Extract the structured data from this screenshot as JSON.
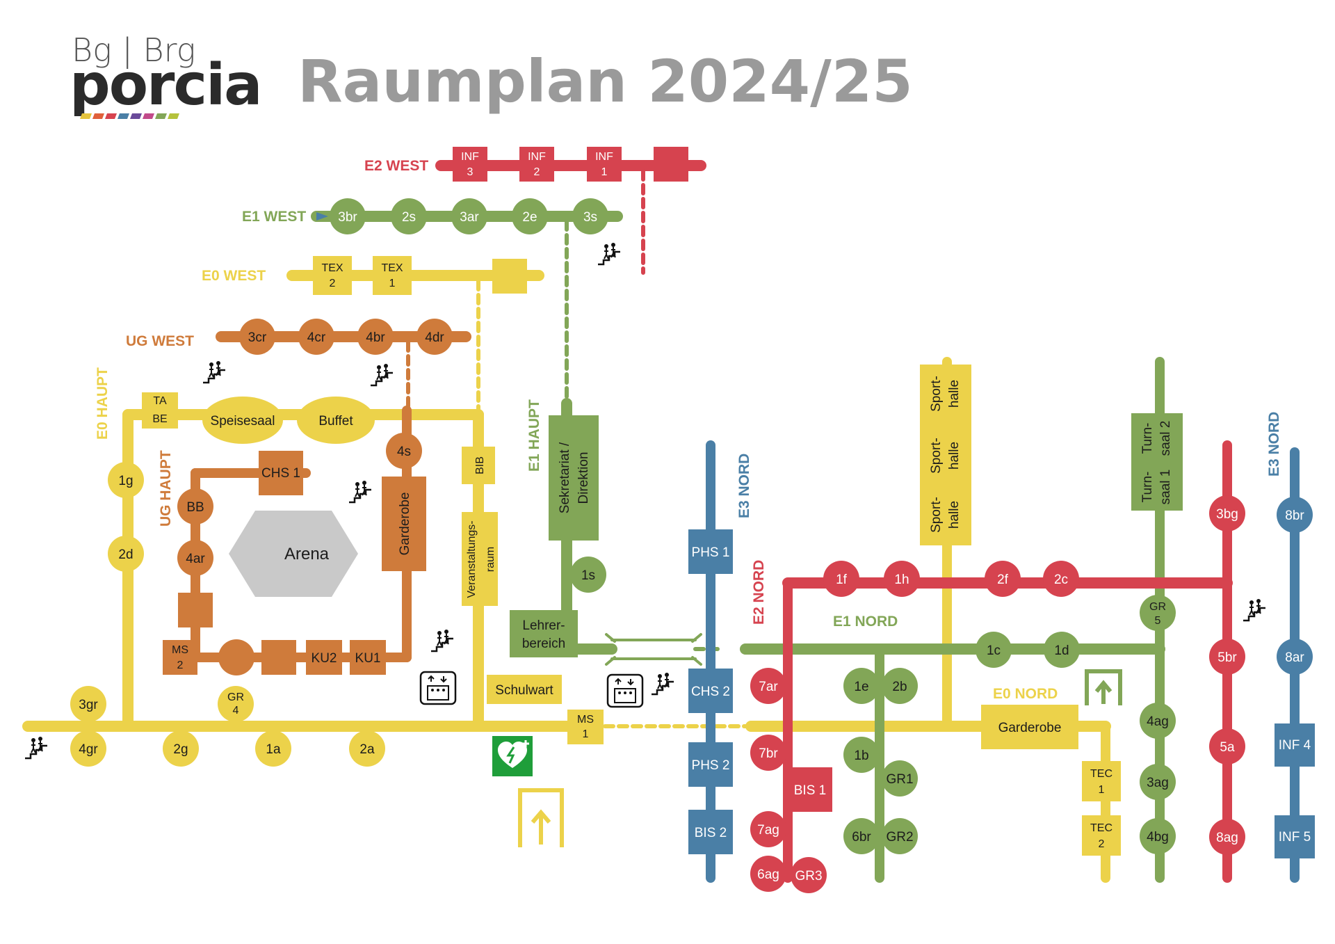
{
  "logo": {
    "top": "Bg | Brg",
    "main": "porcia"
  },
  "title": "Raumplan 2024/25",
  "colors": {
    "yellow": "#ecd24a",
    "green": "#82a657",
    "orange": "#cf7b3b",
    "red": "#d6434f",
    "blue": "#4a7fa6",
    "arena": "#c9c9c9",
    "aed": "#1f9e3a"
  },
  "wings": {
    "e2_west": "E2 WEST",
    "e1_west": "E1 WEST",
    "e0_west": "E0 WEST",
    "ug_west": "UG WEST",
    "e0_haupt": "E0 HAUPT",
    "ug_haupt": "UG HAUPT",
    "e1_haupt": "E1 HAUPT",
    "e3_nord_left": "E3 NORD",
    "e2_nord": "E2 NORD",
    "e1_nord": "E1 NORD",
    "e0_nord": "E0 NORD",
    "e3_nord_right": "E3 NORD"
  },
  "rooms": {
    "inf3": [
      "INF",
      "3"
    ],
    "inf2": [
      "INF",
      "2"
    ],
    "inf1": [
      "INF",
      "1"
    ],
    "3br": "3br",
    "2s": "2s",
    "3ar": "3ar",
    "2e": "2e",
    "3s": "3s",
    "tex2": [
      "TEX",
      "2"
    ],
    "tex1": [
      "TEX",
      "1"
    ],
    "3cr": "3cr",
    "4cr": "4cr",
    "4br": "4br",
    "4dr": "4dr",
    "tabe": [
      "TA",
      "BE"
    ],
    "speisesaal": "Speisesaal",
    "buffet": "Buffet",
    "4s": "4s",
    "garderobe_ug": "Garderobe",
    "bib": "BIB",
    "veranstaltungsraum": [
      "Veranstaltungs-",
      "raum"
    ],
    "sekretariat": [
      "Sekretariat /",
      "Direktion"
    ],
    "1s": "1s",
    "lehrerbereich": [
      "Lehrer-",
      "bereich"
    ],
    "1g": "1g",
    "2d": "2d",
    "chs1": "CHS 1",
    "bb": "BB",
    "4ar": "4ar",
    "arena": "Arena",
    "ms2": [
      "MS",
      "2"
    ],
    "ku2": "KU2",
    "ku1": "KU1",
    "schulwart": "Schulwart",
    "3gr": "3gr",
    "gr4": [
      "GR",
      "4"
    ],
    "4gr": "4gr",
    "2g": "2g",
    "1a": "1a",
    "2a": "2a",
    "ms1": [
      "MS",
      "1"
    ],
    "phs1": "PHS 1",
    "chs2": "CHS 2",
    "phs2": "PHS 2",
    "bis2": "BIS 2",
    "7ar": "7ar",
    "7br": "7br",
    "7ag": "7ag",
    "6ag": "6ag",
    "gr3": "GR3",
    "bis1": "BIS 1",
    "1f": "1f",
    "1h": "1h",
    "2f": "2f",
    "2c": "2c",
    "1c": "1c",
    "1d": "1d",
    "1e": "1e",
    "2b": "2b",
    "1b": "1b",
    "gr1": "GR1",
    "6br": "6br",
    "gr2": "GR2",
    "sporthalle_a": [
      "Sport-",
      "halle"
    ],
    "sporthalle_b": [
      "Sport-",
      "halle"
    ],
    "sporthalle_c": [
      "Sport-",
      "halle"
    ],
    "turnsaal2": [
      "Turn-",
      "saal 2"
    ],
    "turnsaal1": [
      "Turn-",
      "saal 1"
    ],
    "gr5": [
      "GR",
      "5"
    ],
    "4ag": "4ag",
    "3ag": "3ag",
    "4bg": "4bg",
    "garderobe_nord": "Garderobe",
    "tec1": [
      "TEC",
      "1"
    ],
    "tec2": [
      "TEC",
      "2"
    ],
    "3bg": "3bg",
    "5br": "5br",
    "5a": "5a",
    "8ag": "8ag",
    "8br": "8br",
    "8ar": "8ar",
    "inf4": "INF 4",
    "inf5": "INF 5"
  },
  "icons": [
    "stairs-icon",
    "elevator-icon",
    "emergency-exit-icon",
    "aed-icon",
    "location-marker-icon"
  ]
}
